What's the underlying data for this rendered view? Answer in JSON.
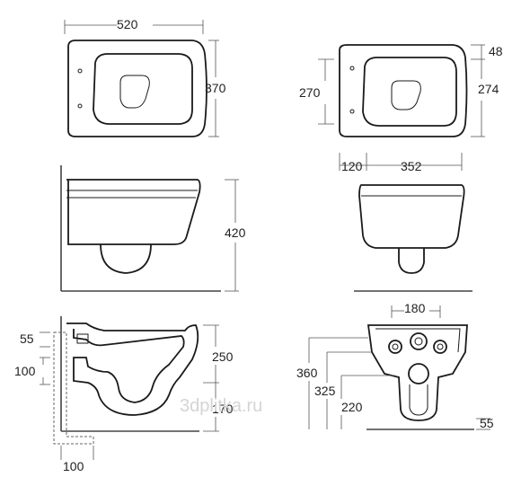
{
  "dimensions": {
    "top_left_width": "520",
    "top_left_depth": "370",
    "top_right_height_left": "270",
    "top_right_gap": "48",
    "top_right_height_right": "274",
    "offset_120": "120",
    "width_352": "352",
    "side_height": "420",
    "inlet_55": "55",
    "inlet_100": "100",
    "back_250": "250",
    "back_170": "170",
    "bottom_100": "100",
    "front_180": "180",
    "front_360": "360",
    "front_325": "325",
    "front_220": "220",
    "front_55": "55"
  },
  "watermark": "3dplitka.ru"
}
